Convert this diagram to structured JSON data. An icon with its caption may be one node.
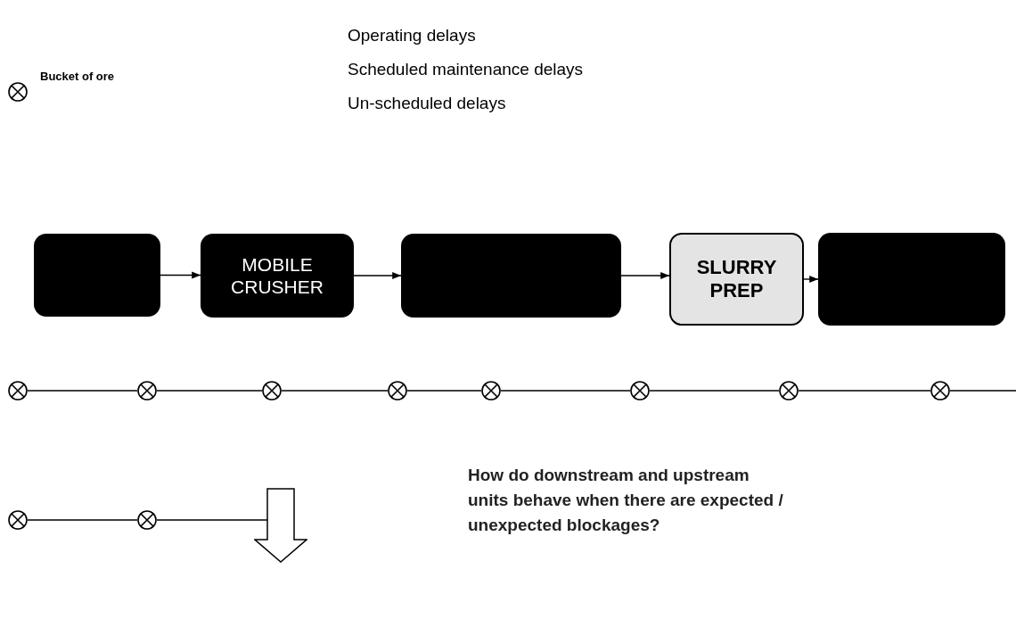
{
  "diagram": {
    "nodes": [
      {
        "text": [],
        "shape": "box"
      },
      {
        "text": [
          "MOBILE CRUSHER"
        ]
      },
      {
        "text": [],
        "shape": "box"
      },
      {
        "text": [
          "SLURRY PREP"
        ]
      },
      {
        "text": [],
        "shape": "box"
      },
      {
        "text": [],
        "shape": "circle"
      },
      {
        "text": [],
        "shape": "circle"
      },
      {
        "text": [],
        "shape": "circle"
      },
      {
        "text": [],
        "shape": "circle"
      },
      {
        "text": [],
        "shape": "circle"
      },
      {
        "text": [],
        "shape": "circle"
      },
      {
        "text": [],
        "shape": "circle"
      },
      {
        "text": [],
        "shape": "circle"
      },
      {
        "text": [],
        "shape": "circle"
      },
      {
        "text": [],
        "shape": "circle"
      },
      {
        "text": [],
        "shape": "arrow"
      }
    ],
    "edges": [
      {
        "from": 0,
        "to": 1,
        "arrow": "to"
      },
      {
        "from": 1,
        "to": 2,
        "arrow": "to"
      },
      {
        "from": 2,
        "to": 3,
        "arrow": "to"
      },
      {
        "from": 3,
        "to": 4,
        "arrow": "to"
      },
      {
        "from": 5,
        "to": 6,
        "arrow": "none"
      },
      {
        "from": 6,
        "to": 7,
        "arrow": "none"
      },
      {
        "from": 7,
        "to": 8,
        "arrow": "none"
      },
      {
        "from": 8,
        "to": 9,
        "arrow": "none"
      },
      {
        "from": 9,
        "to": 10,
        "arrow": "none"
      },
      {
        "from": 10,
        "to": 11,
        "arrow": "none"
      },
      {
        "from": 11,
        "to": 12,
        "arrow": "none"
      },
      {
        "from": 12,
        "to": null,
        "arrow": "none"
      },
      {
        "from": 13,
        "to": 14,
        "arrow": "none"
      },
      {
        "from": 14,
        "to": 15,
        "arrow": "none"
      }
    ],
    "labels": [
      "Operating delays",
      "Scheduled maintenance delays",
      "Un-scheduled delays",
      "How do downstream and upstream units behave when there are expected / unexpected blockages?"
    ],
    "legend": [
      {
        "text": "Bucket of ore"
      }
    ]
  }
}
